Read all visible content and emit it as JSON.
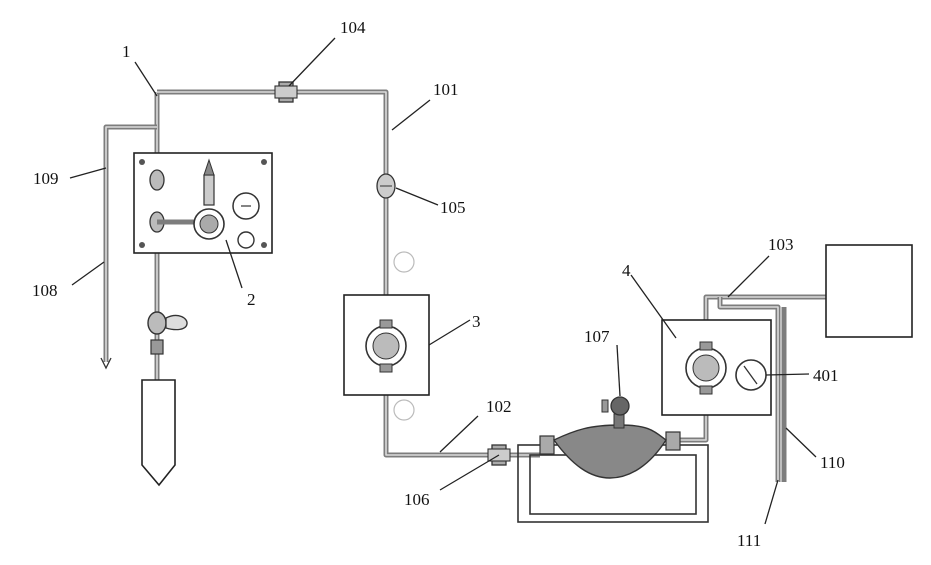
{
  "labels": {
    "l1": "1",
    "l2": "2",
    "l3": "3",
    "l4": "4",
    "l101": "101",
    "l102": "102",
    "l103": "103",
    "l104": "104",
    "l105": "105",
    "l106": "106",
    "l107": "107",
    "l108": "108",
    "l109": "109",
    "l110": "110",
    "l111": "111",
    "l401": "401"
  },
  "colors": {
    "pipe": "#7d7d7d",
    "line": "#222222",
    "background": "#ffffff"
  }
}
